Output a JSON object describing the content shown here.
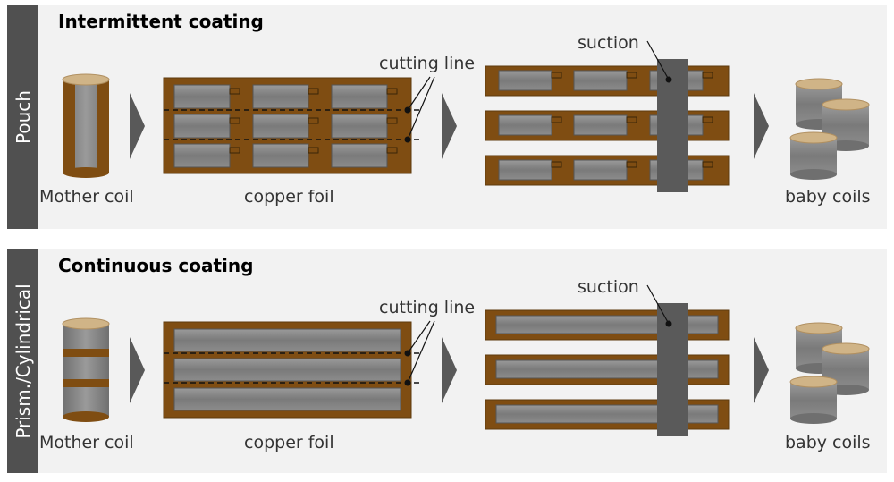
{
  "colors": {
    "foil": "#7f4d12",
    "foil_edge": "#5e3a0e",
    "coating_light": "#8c8c8c",
    "coating_dark": "#6f6f6f",
    "coil_top": "#d0b487",
    "arrow": "#595959",
    "suction": "#5a5a5a",
    "side_bar": "#505050",
    "panel_bg": "#f2f2f2"
  },
  "panels": [
    {
      "side_label": "Pouch",
      "title": "Intermittent coating",
      "coating": "intermittent",
      "labels": {
        "mother_coil": "Mother coil",
        "copper_foil": "copper foil",
        "cutting_line": "cutting line",
        "suction": "suction",
        "baby_coils": "baby coils"
      }
    },
    {
      "side_label": "Prism./Cylindrical",
      "title": "Continuous coating",
      "coating": "continuous",
      "labels": {
        "mother_coil": "Mother coil",
        "copper_foil": "copper foil",
        "cutting_line": "cutting line",
        "suction": "suction",
        "baby_coils": "baby coils"
      }
    }
  ]
}
